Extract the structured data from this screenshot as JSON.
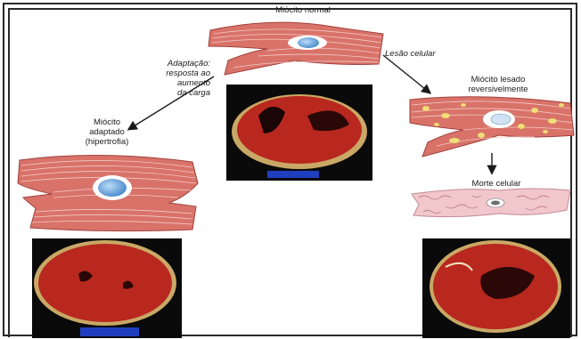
{
  "labels": {
    "normal": "Miócito normal",
    "adaptation": [
      "Adaptação:",
      "resposta ao",
      "aumento",
      "da carga"
    ],
    "injury": "Lesão celular",
    "adapted": [
      "Miócito",
      "adaptado",
      "(hipertrofia)"
    ],
    "reversible": [
      "Miócito lesado",
      "reversivelmente"
    ],
    "death": "Morte celular"
  },
  "colors": {
    "muscle": "#d9736a",
    "muscle_dark": "#b34a44",
    "nucleus": "#6aa6dc",
    "vacuole": "#f2dd7a",
    "dead_cell": "#f2c7cc",
    "heart_tissue": "#b8281e",
    "photo_bg": "#0a0a0a",
    "scale_bar": "#1f3fbf"
  }
}
